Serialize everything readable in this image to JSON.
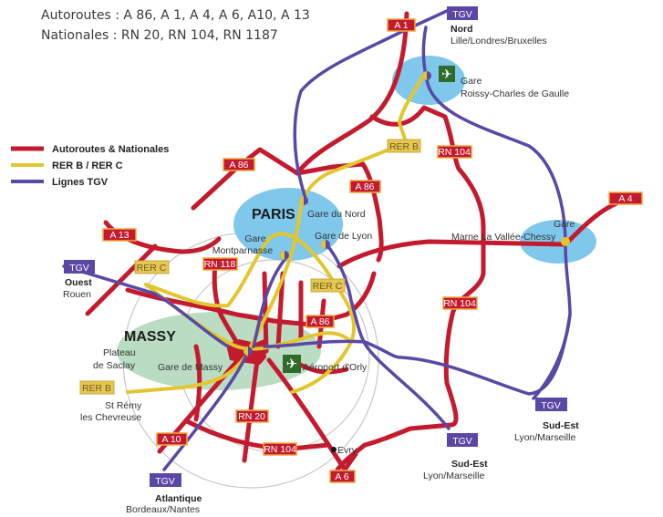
{
  "header": {
    "line1": "Autoroutes : A 86, A 1, A 4, A 6, A10, A 13",
    "line2": "Nationales : RN 20, RN 104, RN 1187"
  },
  "legend": [
    {
      "label": "Autoroutes & Nationales",
      "color": "#c41a2e"
    },
    {
      "label": "RER B / RER C",
      "color": "#e3c62e"
    },
    {
      "label": "Lignes TGV",
      "color": "#5a48a6"
    }
  ],
  "colors": {
    "paris_zone": "#7fc8ec",
    "massy_zone": "#b9dcc3",
    "airport_icon_bg": "#2f6b2a"
  },
  "road_labels": [
    "A 1",
    "A 86",
    "A 86",
    "RN 104",
    "A 13",
    "A 4",
    "RN 118",
    "A 86",
    "RN 104",
    "A 10",
    "RN 20",
    "RN 104",
    "A 6"
  ],
  "rer_labels": [
    "RER B",
    "RER C",
    "RER C",
    "RER B"
  ],
  "tgv": {
    "nord": {
      "badge": "TGV",
      "title": "Nord",
      "dest": "Lille/Londres/Bruxelles"
    },
    "ouest": {
      "badge": "TGV",
      "title": "Ouest",
      "dest": "Rouen"
    },
    "atlantique": {
      "badge": "TGV",
      "title": "Atlantique",
      "dest": "Bordeaux/Nantes"
    },
    "sudest1": {
      "badge": "TGV",
      "title": "Sud-Est",
      "dest": "Lyon/Marseille"
    },
    "sudest2": {
      "badge": "TGV",
      "title": "Sud-Est",
      "dest": "Lyon/Marseille"
    }
  },
  "places": {
    "paris": "PARIS",
    "gare_du_nord": "Gare du Nord",
    "gare_de_lyon": "Gare de Lyon",
    "montparnasse_1": "Gare",
    "montparnasse_2": "Montparnasse",
    "roissy_1": "Gare",
    "roissy_2": "Roissy-Charles de Gaulle",
    "marne_1": "Gare",
    "marne_2": "Marne La Vallée-Chessy",
    "massy": "MASSY",
    "saclay_1": "Plateau",
    "saclay_2": "de Saclay",
    "gare_massy": "Gare de Massy",
    "orly": "Aéroport d'Orly",
    "stremy_1": "St Rémy",
    "stremy_2": "les Chevreuse",
    "evry": "Evry"
  }
}
